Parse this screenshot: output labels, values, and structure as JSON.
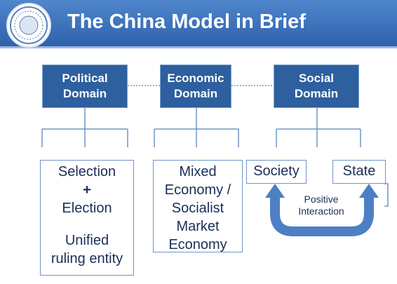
{
  "header": {
    "title": "The China Model in Brief"
  },
  "domains": [
    {
      "line1": "Political",
      "line2": "Domain"
    },
    {
      "line1": "Economic",
      "line2": "Domain"
    },
    {
      "line1": "Social",
      "line2": "Domain"
    }
  ],
  "political": {
    "line1": "Selection",
    "plus": "+",
    "line2": "Election",
    "line3": "Unified",
    "line4": "ruling entity"
  },
  "economic": {
    "line1": "Mixed",
    "line2": "Economy /",
    "line3": "Socialist",
    "line4": "Market",
    "line5": "Economy"
  },
  "social": {
    "society": "Society",
    "state": "State",
    "arrow_line1": "Positive",
    "arrow_line2": "Interaction"
  },
  "colors": {
    "banner": "#3a6fb8",
    "domain_box": "#2e5f9e",
    "border": "#6f95c8",
    "text": "#1a2f57",
    "arrow": "#4d7fc4"
  },
  "icons": [
    "university-seal-icon"
  ]
}
